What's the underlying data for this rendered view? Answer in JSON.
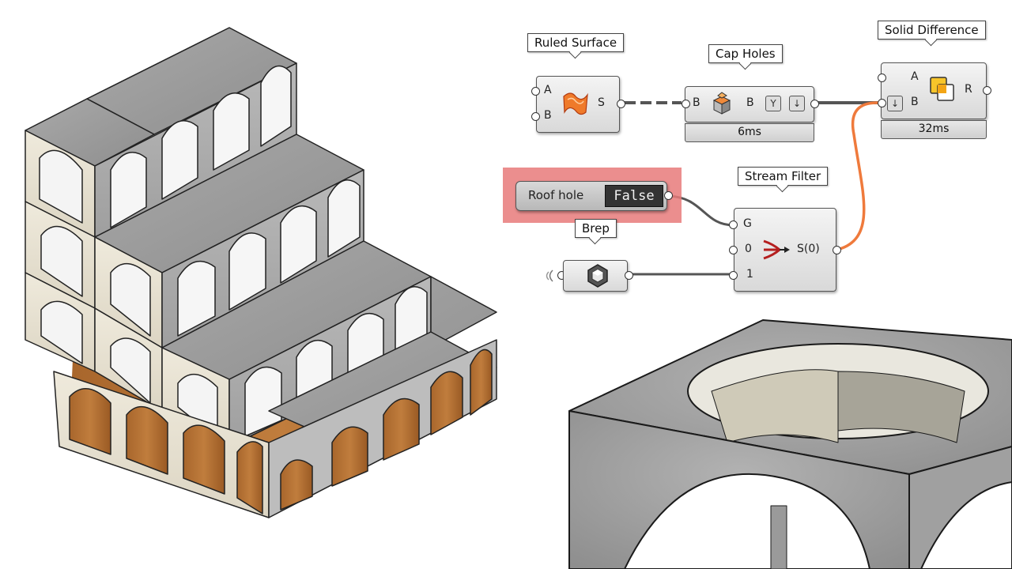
{
  "graph": {
    "ruled_surface": {
      "title": "Ruled Surface",
      "inputs": [
        "A",
        "B"
      ],
      "output": "S"
    },
    "cap_holes": {
      "title": "Cap Holes",
      "input": "B",
      "output": "B",
      "time": "6ms"
    },
    "solid_difference": {
      "title": "Solid Difference",
      "inputs": [
        "A",
        "B"
      ],
      "output": "R",
      "time": "32ms"
    },
    "stream_filter": {
      "title": "Stream Filter",
      "inputs": [
        "G",
        "0",
        "1"
      ],
      "output": "S(0)"
    },
    "toggle": {
      "label": "Roof hole",
      "value": "False"
    },
    "brep": {
      "title": "Brep"
    }
  },
  "colors": {
    "selection_highlight": "#e87a7a",
    "wire_orange": "#ef7a3c",
    "wire_dark": "#555555"
  },
  "icons": [
    "ruled-surface-icon",
    "cap-holes-icon",
    "graft-icon",
    "flatten-icon",
    "solid-difference-icon",
    "stream-filter-icon",
    "brep-icon"
  ]
}
